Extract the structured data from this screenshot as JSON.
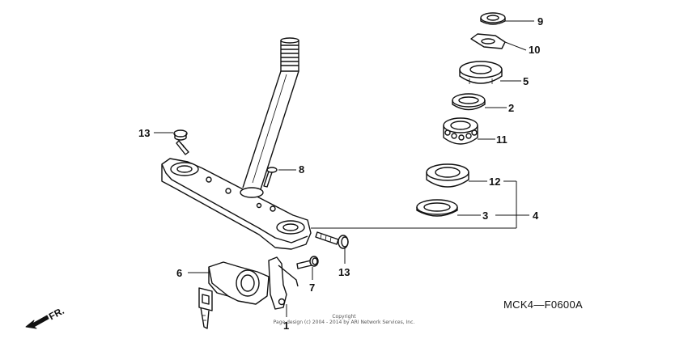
{
  "diagram": {
    "part_labels": [
      "1",
      "2",
      "3",
      "4",
      "5",
      "6",
      "7",
      "8",
      "9",
      "10",
      "11",
      "12",
      "13",
      "13"
    ],
    "diagram_code": "MCK4—F0600A",
    "front_indicator": "FR.",
    "copyright_line1": "Copyright",
    "copyright_line2": "Page design (c) 2004 - 2014 by ARI Network Services, Inc."
  },
  "colors": {
    "line": "#111111",
    "background": "#ffffff"
  }
}
